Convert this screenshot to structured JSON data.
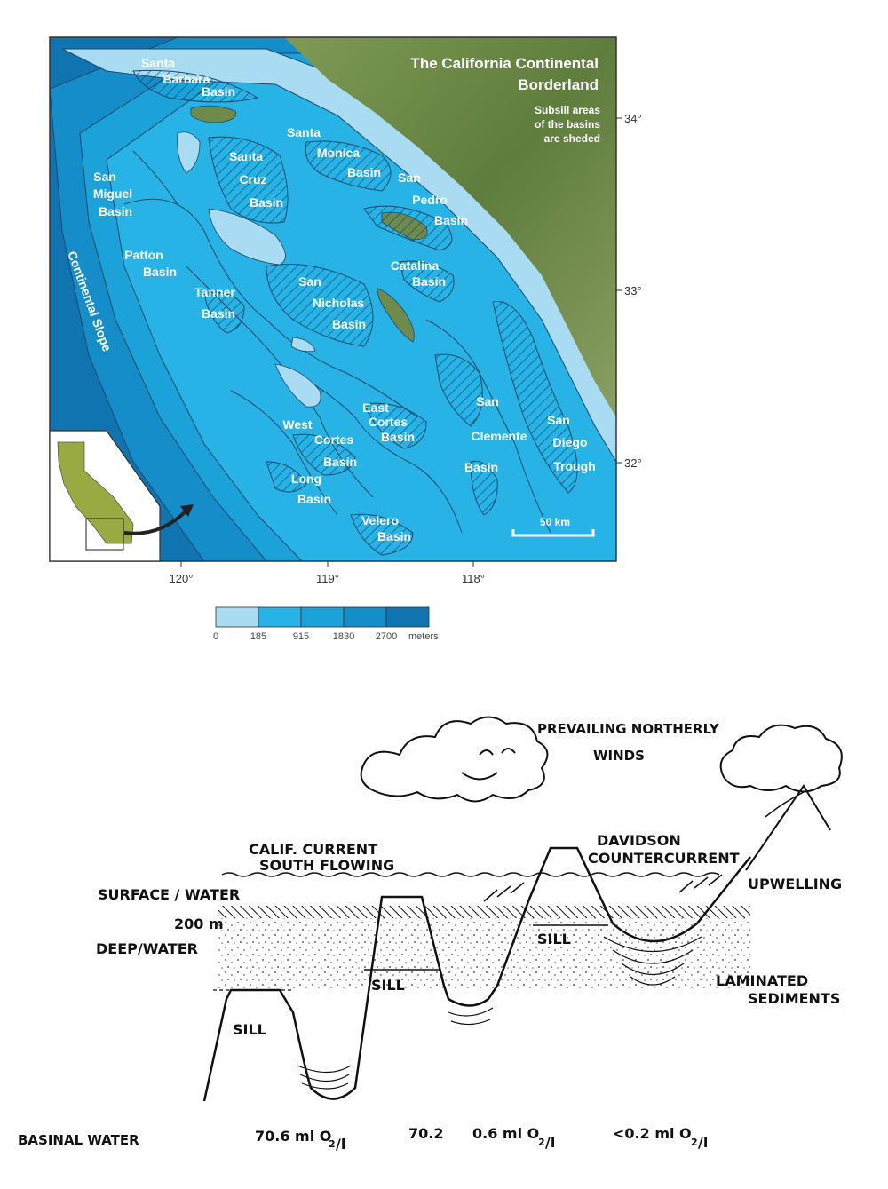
{
  "map": {
    "title_line1": "The California Continental",
    "title_line2": "Borderland",
    "note_line1": "Subsill areas",
    "note_line2": "of the basins",
    "note_line3": "are sheded",
    "scale_label": "50 km",
    "slope_label": "Continental Slope",
    "lat_ticks": [
      "34°",
      "33°",
      "32°"
    ],
    "lon_ticks": [
      "120°",
      "119°",
      "118°"
    ],
    "colors": {
      "shelf": "#a9dcf2",
      "upper": "#27b3e6",
      "mid": "#1aa2d9",
      "deep": "#158dc9",
      "abyss": "#0f74b0",
      "land": "#6f8a4a",
      "inset_state": "#9aaa42"
    },
    "basins": [
      {
        "name": "santa-barbara-basin",
        "lines": [
          "Santa",
          "Barbara",
          "Basin"
        ]
      },
      {
        "name": "santa-monica-basin",
        "lines": [
          "Santa",
          "Monica",
          "Basin"
        ]
      },
      {
        "name": "san-pedro-basin",
        "lines": [
          "San",
          "Pedro",
          "Basin"
        ]
      },
      {
        "name": "santa-cruz-basin",
        "lines": [
          "Santa",
          "Cruz",
          "Basin"
        ]
      },
      {
        "name": "san-miguel-basin",
        "lines": [
          "San",
          "Miguel",
          "Basin"
        ]
      },
      {
        "name": "patton-basin",
        "lines": [
          "Patton",
          "Basin"
        ]
      },
      {
        "name": "tanner-basin",
        "lines": [
          "Tanner",
          "Basin"
        ]
      },
      {
        "name": "catalina-basin",
        "lines": [
          "Catalina",
          "Basin"
        ]
      },
      {
        "name": "san-nicholas-basin",
        "lines": [
          "San",
          "Nicholas",
          "Basin"
        ]
      },
      {
        "name": "east-cortes-basin",
        "lines": [
          "East",
          "Cortes",
          "Basin"
        ]
      },
      {
        "name": "west-cortes-basin",
        "lines": [
          "West",
          "Cortes",
          "Basin"
        ]
      },
      {
        "name": "san-clemente-basin",
        "lines": [
          "San",
          "Clemente",
          "Basin"
        ]
      },
      {
        "name": "san-diego-trough",
        "lines": [
          "San",
          "Diego",
          "Trough"
        ]
      },
      {
        "name": "long-basin",
        "lines": [
          "Long",
          "Basin"
        ]
      },
      {
        "name": "velero-basin",
        "lines": [
          "Velero",
          "Basin"
        ]
      }
    ]
  },
  "legend": {
    "values": [
      "0",
      "185",
      "915",
      "1830",
      "2700",
      "meters"
    ],
    "colors": [
      "#a9dcf2",
      "#27b3e6",
      "#1aa2d9",
      "#158dc9",
      "#0f74b0"
    ]
  },
  "diagram": {
    "winds_line1": "PREVAILING NORTHERLY",
    "winds_line2": "WINDS",
    "calif_line1": "CALIF. CURRENT",
    "calif_line2": "SOUTH FLOWING",
    "davidson_line1": "DAVIDSON",
    "davidson_line2": "COUNTERCURRENT",
    "surface": "SURFACE / WATER",
    "depth": "200 m",
    "deep": "DEEP/WATER",
    "upwelling": "UPWELLING",
    "sill1": "SILL",
    "sill2": "SILL",
    "sill3": "SILL",
    "laminated1": "LAMINATED",
    "laminated2": "SEDIMENTS",
    "basinal": "BASINAL  WATER",
    "o2_a": "70.6 ml O",
    "o2_b": "70.2",
    "o2_c": "0.6 ml O",
    "o2_d": "<0.2 ml O",
    "o2_sub": "2",
    "o2_per": "/l"
  }
}
